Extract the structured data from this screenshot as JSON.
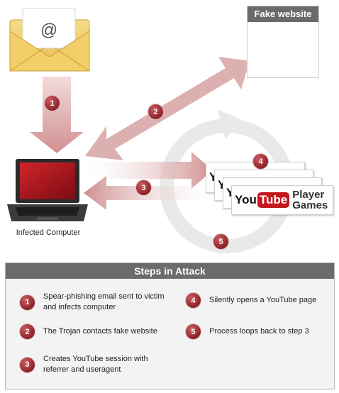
{
  "fake_website": {
    "title": "Fake website"
  },
  "computer": {
    "label": "Infected Computer"
  },
  "markers": [
    "1",
    "2",
    "3",
    "4",
    "5"
  ],
  "youtube_card": {
    "you": "You",
    "tube": "Tube",
    "player": "Player",
    "games": "Games"
  },
  "steps_panel": {
    "title": "Steps in Attack",
    "steps": [
      {
        "num": "1",
        "text": "Spear-phishing email sent to victim and infects computer"
      },
      {
        "num": "2",
        "text": "The Trojan contacts fake website"
      },
      {
        "num": "3",
        "text": "Creates YouTube session with referrer and useragent"
      },
      {
        "num": "4",
        "text": "Silently opens a YouTube page"
      },
      {
        "num": "5",
        "text": "Process loops back to step 3"
      }
    ]
  },
  "colors": {
    "accent": "#8e2328",
    "arrow": "#d8a9a9",
    "header": "#6b6b6b"
  }
}
